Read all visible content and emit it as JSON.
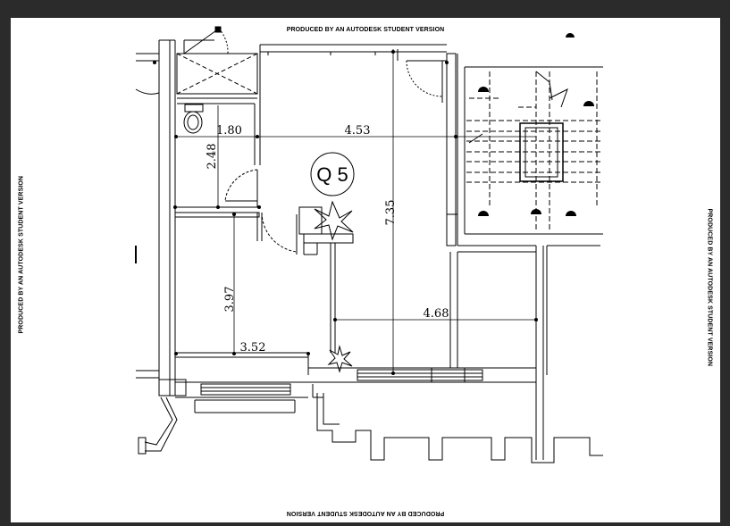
{
  "watermark": {
    "top": "PRODUCED BY AN AUTODESK STUDENT VERSION",
    "bottom": "PRODUCED BY AN AUTODESK STUDENT VERSION",
    "left": "PRODUCED BY AN AUTODESK STUDENT VERSION",
    "right": "PRODUCED BY AN AUTODESK STUDENT VERSION"
  },
  "room_tag": "Q 5",
  "dimensions": {
    "d1": "1.80",
    "d2": "2.48",
    "d3": "4.53",
    "d4": "7.35",
    "d5": "3.97",
    "d6": "4.68",
    "d7": "3.52"
  },
  "colors": {
    "background": "#2b2b2b",
    "sheet": "#ffffff",
    "ink": "#000000"
  }
}
